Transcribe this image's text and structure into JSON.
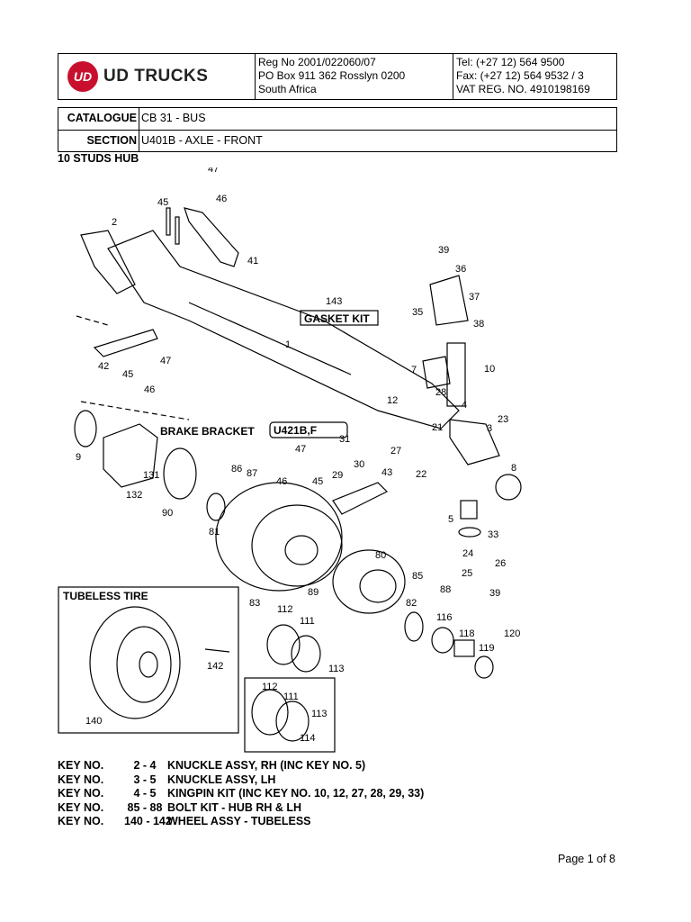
{
  "header": {
    "brand": "UD TRUCKS",
    "logo_badge": "UD",
    "reg_lines": [
      "Reg No 2001/022060/07",
      "PO Box 911 362 Rosslyn 0200",
      "South Africa"
    ],
    "contact_lines": [
      "Tel: (+27 12) 564 9500",
      "Fax: (+27 12) 564 9532 / 3",
      "VAT REG. NO. 4910198169"
    ],
    "brand_color": "#c8102e"
  },
  "catalogue": {
    "catalogue_label": "CATALOGUE",
    "catalogue_value": "CB 31 - BUS",
    "section_label": "SECTION",
    "section_value": "U401B - AXLE - FRONT"
  },
  "diagram": {
    "title": "10 STUDS HUB",
    "gasket_kit": "GASKET KIT",
    "brake_bracket": "BRAKE BRACKET",
    "brake_bracket_ref": "U421B,F",
    "tubeless_tire": "TUBELESS TIRE",
    "callouts": [
      "47",
      "46",
      "45",
      "41",
      "2",
      "39",
      "36",
      "37",
      "143",
      "35",
      "38",
      "1",
      "42",
      "45",
      "47",
      "46",
      "10",
      "7",
      "28",
      "12",
      "4",
      "23",
      "3",
      "21",
      "9",
      "47",
      "31",
      "45",
      "29",
      "30",
      "27",
      "22",
      "8",
      "86",
      "87",
      "46",
      "43",
      "131",
      "132",
      "90",
      "81",
      "5",
      "33",
      "24",
      "26",
      "25",
      "80",
      "85",
      "83",
      "89",
      "88",
      "39",
      "82",
      "112",
      "111",
      "116",
      "118",
      "120",
      "119",
      "142",
      "113",
      "140",
      "112",
      "111",
      "113",
      "114"
    ]
  },
  "key_notes": [
    {
      "label": "KEY NO.",
      "range": "2 - 4",
      "desc": "KNUCKLE ASSY, RH (INC KEY NO. 5)"
    },
    {
      "label": "KEY NO.",
      "range": "3 - 5",
      "desc": "KNUCKLE ASSY, LH"
    },
    {
      "label": "KEY NO.",
      "range": "4 - 5",
      "desc": "KINGPIN KIT (INC KEY NO. 10, 12, 27, 28, 29, 33)"
    },
    {
      "label": "KEY NO.",
      "range": "85 - 88",
      "desc": "BOLT KIT - HUB RH & LH"
    },
    {
      "label": "KEY NO.",
      "range": "140 - 142",
      "desc": "WHEEL ASSY - TUBELESS"
    }
  ],
  "footer": {
    "page": "Page 1 of 8"
  }
}
